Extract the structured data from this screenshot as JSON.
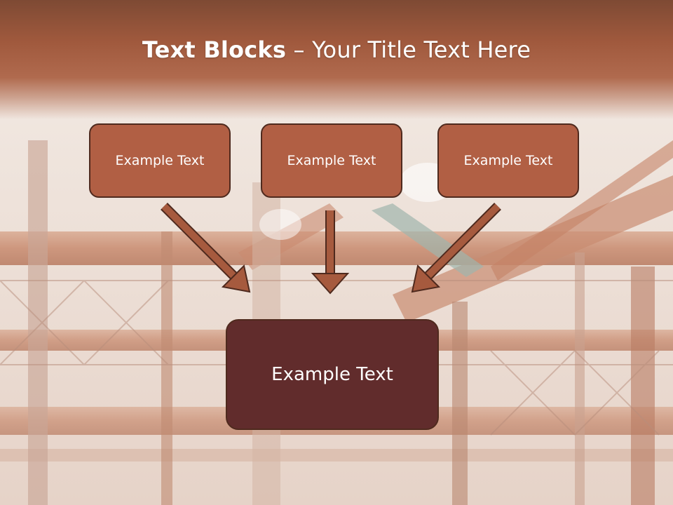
{
  "slide": {
    "title_bold": "Text Blocks",
    "title_separator": "–",
    "title_rest": "Your Title Text Here",
    "boxes": [
      {
        "label": "Example Text"
      },
      {
        "label": "Example Text"
      },
      {
        "label": "Example Text"
      }
    ],
    "main_box": {
      "label": "Example Text"
    }
  },
  "colors": {
    "title_band": "#a0593d",
    "box_fill": "#b15f44",
    "box_border": "#4f2a1e",
    "main_box_fill": "#612c2c",
    "arrow_fill": "#a65a3e"
  },
  "icons": {
    "arrows": [
      "arrow-down-right-icon",
      "arrow-down-icon",
      "arrow-down-left-icon"
    ]
  }
}
